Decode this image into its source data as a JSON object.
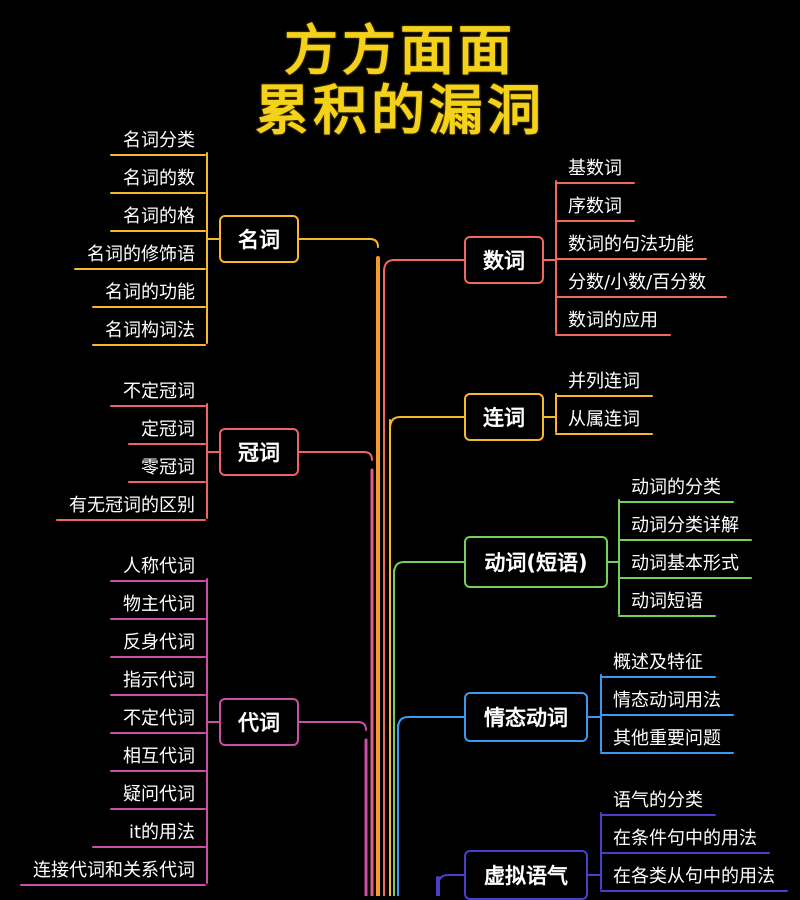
{
  "title": {
    "line1": "方方面面",
    "line2": "累积的漏洞"
  },
  "colors": {
    "title": "#f5d21a",
    "noun": "#f7b82a",
    "article": "#f0626a",
    "pronoun": "#c84fa6",
    "numeral": "#f06a5a",
    "conjunction": "#f7b82a",
    "verb": "#74d05a",
    "modal": "#3a9af0",
    "subjunctive": "#4b3fc9",
    "trunk_orange": "#f79a2a",
    "trunk_pink": "#e25a8a"
  },
  "left_branches": [
    {
      "id": "noun",
      "label": "名词",
      "color": "#f7b82a",
      "items": [
        "名词分类",
        "名词的数",
        "名词的格",
        "名词的修饰语",
        "名词的功能",
        "名词构词法"
      ]
    },
    {
      "id": "article",
      "label": "冠词",
      "color": "#f0626a",
      "items": [
        "不定冠词",
        "定冠词",
        "零冠词",
        "有无冠词的区别"
      ]
    },
    {
      "id": "pronoun",
      "label": "代词",
      "color": "#c84fa6",
      "items": [
        "人称代词",
        "物主代词",
        "反身代词",
        "指示代词",
        "不定代词",
        "相互代词",
        "疑问代词",
        "it的用法",
        "连接代词和关系代词"
      ]
    }
  ],
  "right_branches": [
    {
      "id": "numeral",
      "label": "数词",
      "color": "#f06a5a",
      "items": [
        "基数词",
        "序数词",
        "数词的句法功能",
        "分数/小数/百分数",
        "数词的应用"
      ]
    },
    {
      "id": "conjunction",
      "label": "连词",
      "color": "#f7b82a",
      "items": [
        "并列连词",
        "从属连词"
      ]
    },
    {
      "id": "verb",
      "label": "动词(短语)",
      "color": "#74d05a",
      "items": [
        "动词的分类",
        "动词分类详解",
        "动词基本形式",
        "动词短语"
      ]
    },
    {
      "id": "modal",
      "label": "情态动词",
      "color": "#3a9af0",
      "items": [
        "概述及特征",
        "情态动词用法",
        "其他重要问题"
      ]
    },
    {
      "id": "subjunctive",
      "label": "虚拟语气",
      "color": "#4b3fc9",
      "items": [
        "语气的分类",
        "在条件句中的用法",
        "在各类从句中的用法"
      ]
    }
  ]
}
